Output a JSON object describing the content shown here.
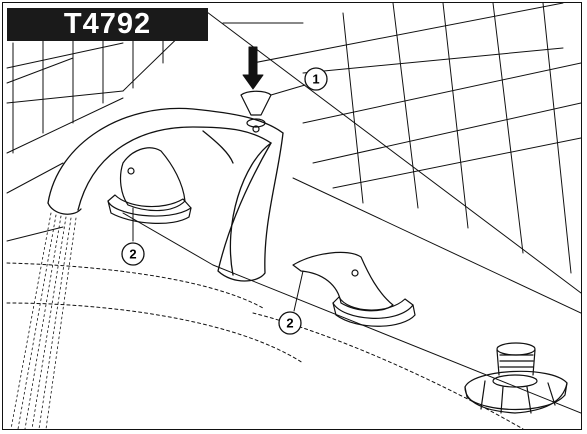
{
  "header": {
    "model_number": "T4792"
  },
  "callouts": [
    {
      "id": "callout-1",
      "label": "1"
    },
    {
      "id": "callout-2a",
      "label": "2"
    },
    {
      "id": "callout-2b",
      "label": "2"
    }
  ],
  "colors": {
    "line": "#111111",
    "label_bg": "#1a1a1a",
    "label_text": "#ffffff"
  }
}
